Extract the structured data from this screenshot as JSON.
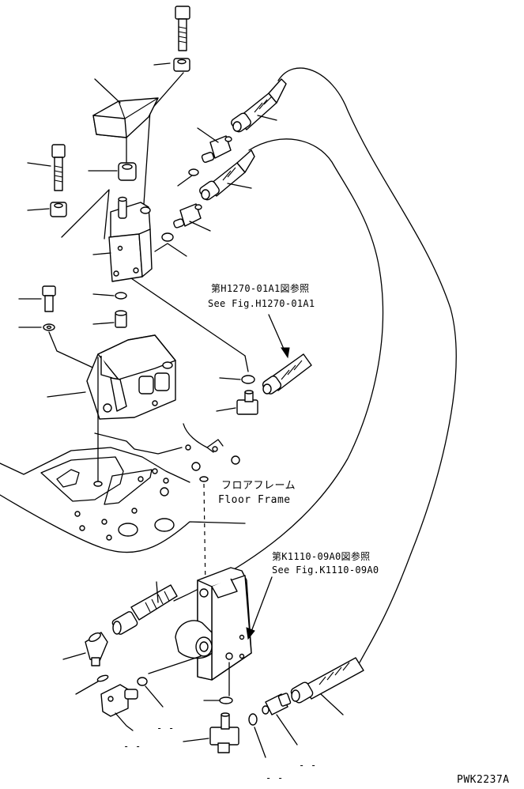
{
  "references": [
    {
      "ja": "第H1270-01A1図参照",
      "en": "See Fig.H1270-01A1"
    },
    {
      "ja": "第K1110-09A0図参照",
      "en": "See Fig.K1110-09A0"
    }
  ],
  "floor_label": {
    "ja": "フロアフレーム",
    "en": "Floor Frame"
  },
  "drawing_code": "PWK2237A",
  "callout_placeholder": "- -"
}
